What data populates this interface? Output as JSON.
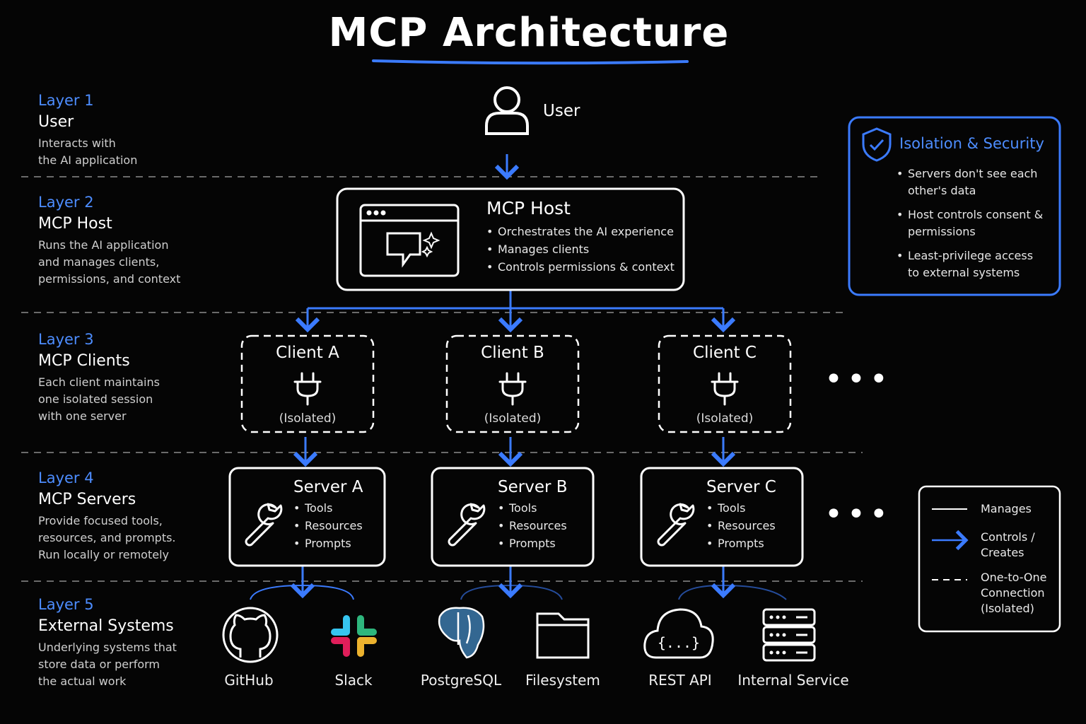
{
  "title": "MCP Architecture",
  "layers": [
    {
      "tag": "Layer 1",
      "name": "User",
      "desc": [
        "Interacts with",
        "the AI application"
      ]
    },
    {
      "tag": "Layer 2",
      "name": "MCP Host",
      "desc": [
        "Runs the AI application",
        "and manages clients,",
        "permissions, and context"
      ]
    },
    {
      "tag": "Layer 3",
      "name": "MCP Clients",
      "desc": [
        "Each client maintains",
        "one isolated session",
        "with one server"
      ]
    },
    {
      "tag": "Layer 4",
      "name": "MCP Servers",
      "desc": [
        "Provide focused tools,",
        "resources, and prompts.",
        "Run locally or remotely"
      ]
    },
    {
      "tag": "Layer 5",
      "name": "External Systems",
      "desc": [
        "Underlying systems that",
        "store data or perform",
        "the actual work"
      ]
    }
  ],
  "user": {
    "label": "User"
  },
  "host": {
    "title": "MCP Host",
    "bullets": [
      "Orchestrates the AI experience",
      "Manages clients",
      "Controls permissions & context"
    ]
  },
  "clients": [
    {
      "title": "Client A",
      "sub": "(Isolated)"
    },
    {
      "title": "Client B",
      "sub": "(Isolated)"
    },
    {
      "title": "Client C",
      "sub": "(Isolated)"
    }
  ],
  "servers": [
    {
      "title": "Server A",
      "items": [
        "Tools",
        "Resources",
        "Prompts"
      ]
    },
    {
      "title": "Server B",
      "items": [
        "Tools",
        "Resources",
        "Prompts"
      ]
    },
    {
      "title": "Server C",
      "items": [
        "Tools",
        "Resources",
        "Prompts"
      ]
    }
  ],
  "externals": [
    {
      "label": "GitHub",
      "icon": "github-icon"
    },
    {
      "label": "Slack",
      "icon": "slack-icon"
    },
    {
      "label": "PostgreSQL",
      "icon": "postgresql-icon"
    },
    {
      "label": "Filesystem",
      "icon": "folder-icon"
    },
    {
      "label": "REST API",
      "icon": "cloud-api-icon"
    },
    {
      "label": "Internal Service",
      "icon": "server-rack-icon"
    }
  ],
  "ellipsis": "•••",
  "security": {
    "title": "Isolation & Security",
    "items": [
      "Servers don't see each other's data",
      "Host controls consent & permissions",
      "Least-privilege access to external systems"
    ]
  },
  "legend": {
    "manages": "Manages",
    "controls": "Controls / Creates",
    "connection": "One-to-One Connection (Isolated)"
  },
  "colors": {
    "accent": "#4d8dff",
    "background": "#050505",
    "stroke": "#ffffff"
  }
}
